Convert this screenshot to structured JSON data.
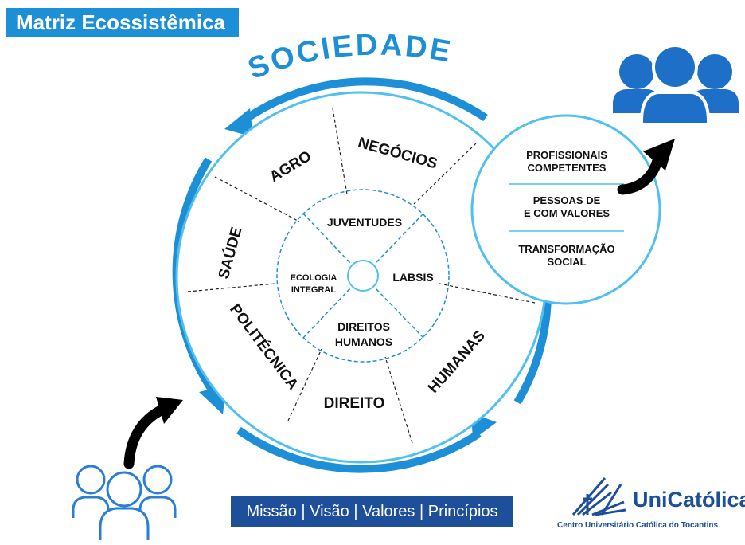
{
  "title": "Matriz Ecossistêmica",
  "sociedade": "SOCIEDADE",
  "outer_sectors": [
    "AGRO",
    "NEGÓCIOS",
    "HUMANAS",
    "DIREITO",
    "POLITÉCNICA",
    "SAÚDE"
  ],
  "inner_sectors": [
    "JUVENTUDES",
    "LABSIS",
    "DIREITOS HUMANOS",
    "ECOLOGIA INTEGRAL"
  ],
  "outcomes": [
    "PROFISSIONAIS COMPETENTES",
    "PESSOAS DE E COM VALORES",
    "TRANSFORMAÇÃO SOCIAL"
  ],
  "footer": "Missão | Visão | Valores | Princípios",
  "logo": {
    "name": "UniCatólica",
    "subtitle": "Centro Universitário Católica do Tocantins"
  },
  "colors": {
    "primary": "#1d8fd6",
    "dark_blue": "#1e4f9a",
    "light_blue": "#4fc0ef"
  }
}
